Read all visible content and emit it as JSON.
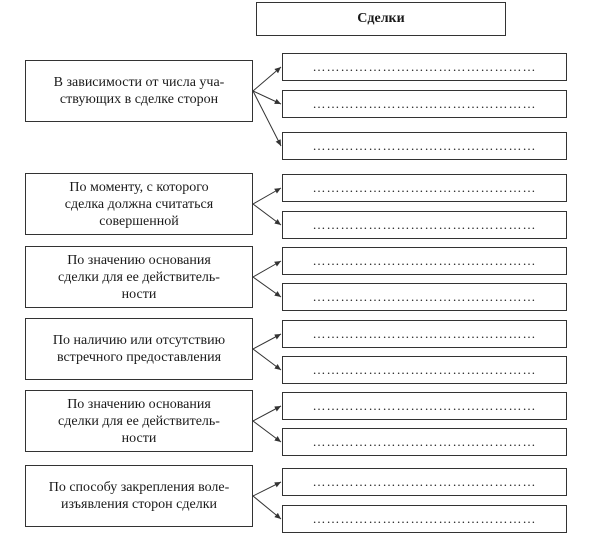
{
  "title": "Сделки",
  "slot_placeholder": "…………………………………………",
  "categories": [
    {
      "label": "В зависимости от числа участвующих в сделке сторон",
      "lines": [
        "В зависимости от числа уча-",
        "ствующих в сделке сторон"
      ],
      "slots": 3
    },
    {
      "label": "По моменту, с которого сделка должна считаться совершенной",
      "lines": [
        "По моменту, с которого",
        "сделка должна считаться",
        "совершенной"
      ],
      "slots": 2
    },
    {
      "label": "По значению основания сделки для ее действительности",
      "lines": [
        "По значению основания",
        "сделки для ее действитель-",
        "ности"
      ],
      "slots": 2
    },
    {
      "label": "По наличию или отсутствию встречного предоставления",
      "lines": [
        "По наличию или отсутствию",
        "встречного предоставления"
      ],
      "slots": 2
    },
    {
      "label": "По значению основания сделки для ее действительности",
      "lines": [
        "По значению основания",
        "сделки для ее действитель-",
        "ности"
      ],
      "slots": 2
    },
    {
      "label": "По способу закрепления волеизъявления сторон сделки",
      "lines": [
        "По способу закрепления воле-",
        "изъявления сторон сделки"
      ],
      "slots": 2
    }
  ]
}
